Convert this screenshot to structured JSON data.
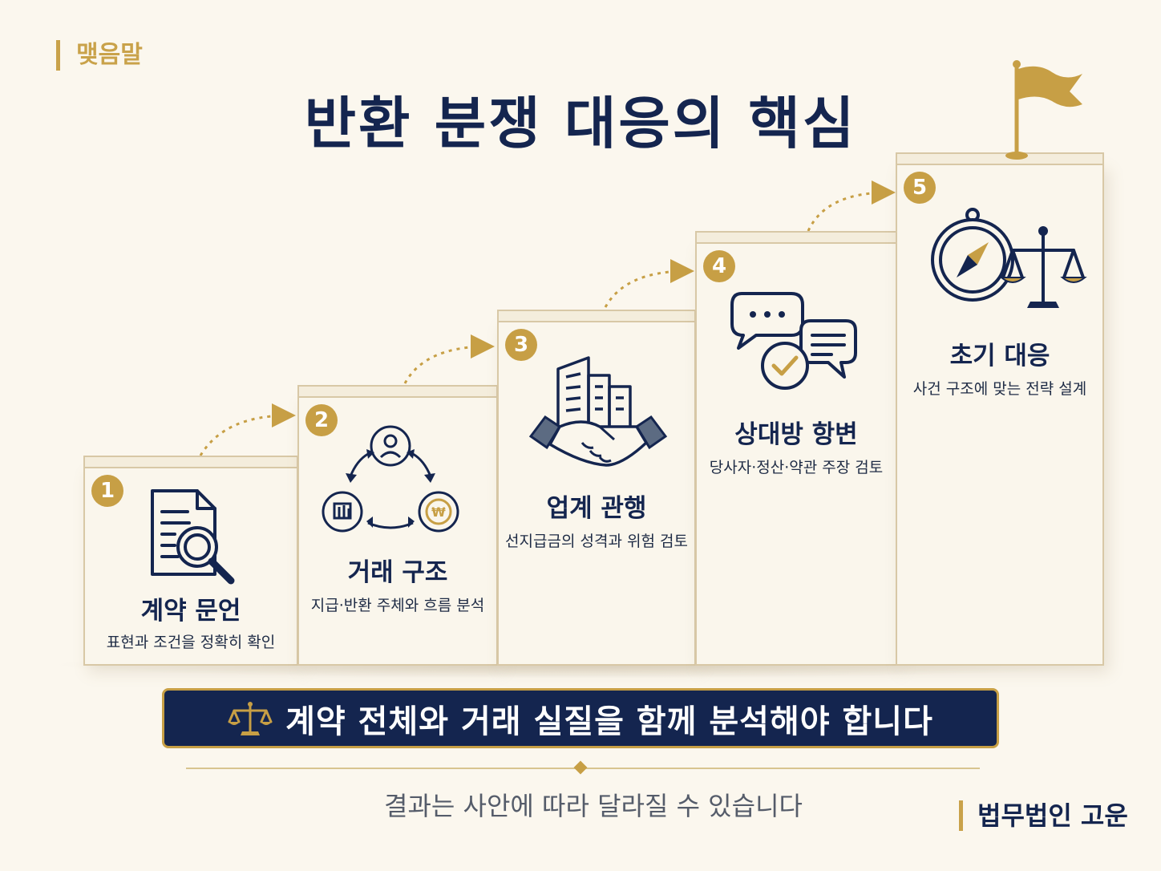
{
  "header": {
    "section_label": "맺음말",
    "title": "반환 분쟁 대응의 핵심"
  },
  "steps": [
    {
      "number": "1",
      "title": "계약 문언",
      "desc": "표현과 조건을 정확히 확인",
      "icon": "document-search-icon"
    },
    {
      "number": "2",
      "title": "거래 구조",
      "desc": "지급·반환 주체와 흐름 분석",
      "icon": "cycle-flow-icon"
    },
    {
      "number": "3",
      "title": "업계 관행",
      "desc": "선지급금의 성격과 위험 검토",
      "icon": "building-handshake-icon"
    },
    {
      "number": "4",
      "title": "상대방 항변",
      "desc": "당사자·정산·약관 주장 검토",
      "icon": "chat-bubbles-check-icon"
    },
    {
      "number": "5",
      "title": "초기 대응",
      "desc": "사건 구조에 맞는 전략 설계",
      "icon": "compass-scales-icon"
    }
  ],
  "banner": {
    "text": "계약 전체와 거래 실질을 함께 분석해야 합니다",
    "icon": "scales-icon"
  },
  "footer": {
    "disclaimer": "결과는 사안에 따라 달라질 수 있습니다",
    "firm_name": "법무법인 고운"
  },
  "colors": {
    "navy": "#14254f",
    "gold": "#c79f45",
    "background": "#fbf7ee"
  }
}
